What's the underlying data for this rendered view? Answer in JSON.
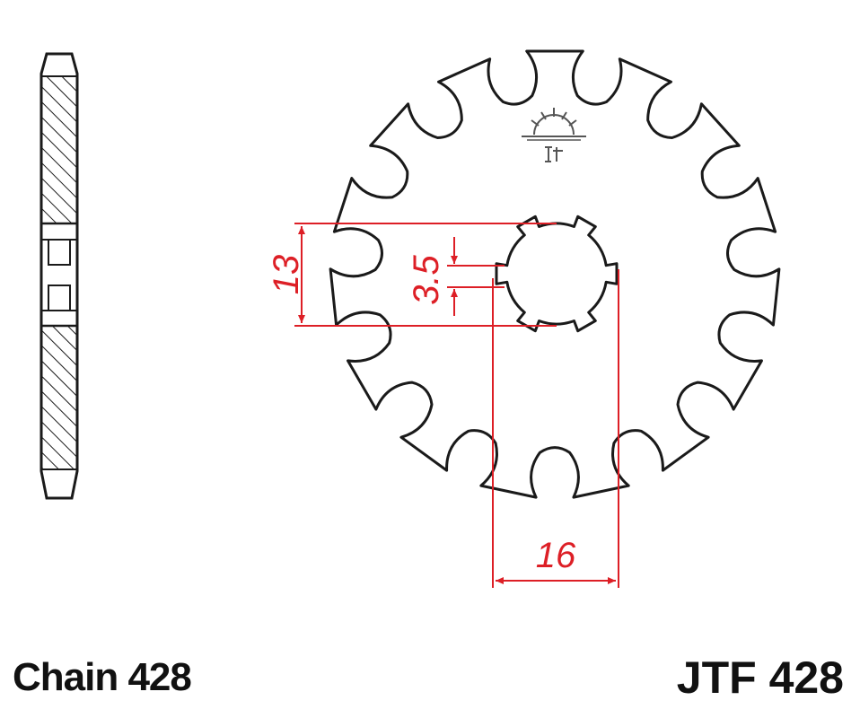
{
  "captions": {
    "chain": "Chain 428",
    "part_number": "JTF 428"
  },
  "dimensions": {
    "spline_height": "13",
    "tooth_width": "3.5",
    "spline_width": "16"
  },
  "sprocket": {
    "teeth": 15
  },
  "colors": {
    "outline": "#1a1a1a",
    "dimension": "#dd1f26",
    "hatch": "#1a1a1a",
    "logo": "#555555"
  },
  "icons": {
    "logo": "jt-sunrise-logo-icon"
  }
}
